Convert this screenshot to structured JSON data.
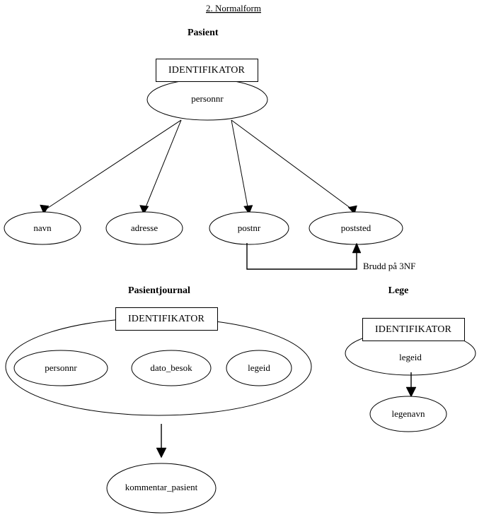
{
  "page": {
    "title": "2. Normalform",
    "background_color": "#ffffff",
    "line_color": "#000000",
    "text_color": "#000000"
  },
  "entities": [
    {
      "id": "pasient",
      "heading": "Pasient",
      "identifier_label": "IDENTIFIKATOR",
      "key_attribute": "personnr",
      "attributes": [
        "navn",
        "adresse",
        "postnr",
        "poststed"
      ]
    },
    {
      "id": "pasientjournal",
      "heading": "Pasientjournal",
      "identifier_label": "IDENTIFIKATOR",
      "key_attributes": [
        "personnr",
        "dato_besok",
        "legeid"
      ],
      "attributes": [
        "kommentar_pasient"
      ]
    },
    {
      "id": "lege",
      "heading": "Lege",
      "identifier_label": "IDENTIFIKATOR",
      "key_attribute": "legeid",
      "attributes": [
        "legenavn"
      ]
    }
  ],
  "annotations": [
    {
      "id": "brudd-3nf",
      "text": "Brudd på 3NF",
      "from": "postnr",
      "to": "poststed"
    }
  ]
}
